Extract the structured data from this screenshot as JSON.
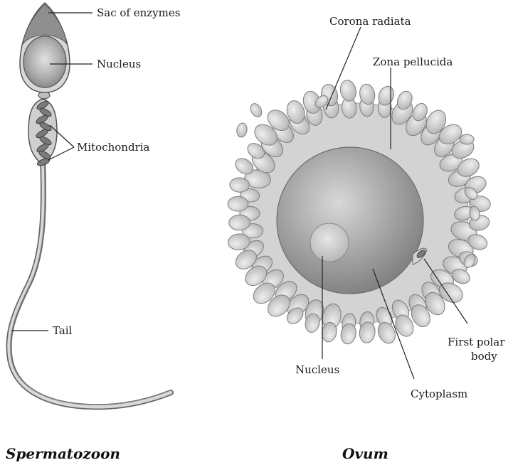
{
  "sperm": {
    "title": "Spermatozoon",
    "labels": {
      "sac": "Sac of enzymes",
      "nucleus": "Nucleus",
      "mitochondria": "Mitochondria",
      "tail": "Tail"
    }
  },
  "ovum": {
    "title": "Ovum",
    "labels": {
      "corona": "Corona radiata",
      "zona": "Zona pellucida",
      "polar_line1": "First polar",
      "polar_line2": "body",
      "nucleus": "Nucleus",
      "cytoplasm": "Cytoplasm"
    }
  },
  "colors": {
    "outline": "#555555",
    "head_fill": "#8e8e8e",
    "body_fill": "#cfcfcf",
    "zona_fill": "#d3d3d3",
    "cytoplasm_fill": "#9a9a9a",
    "corona_fill": "#c4c4c4"
  }
}
